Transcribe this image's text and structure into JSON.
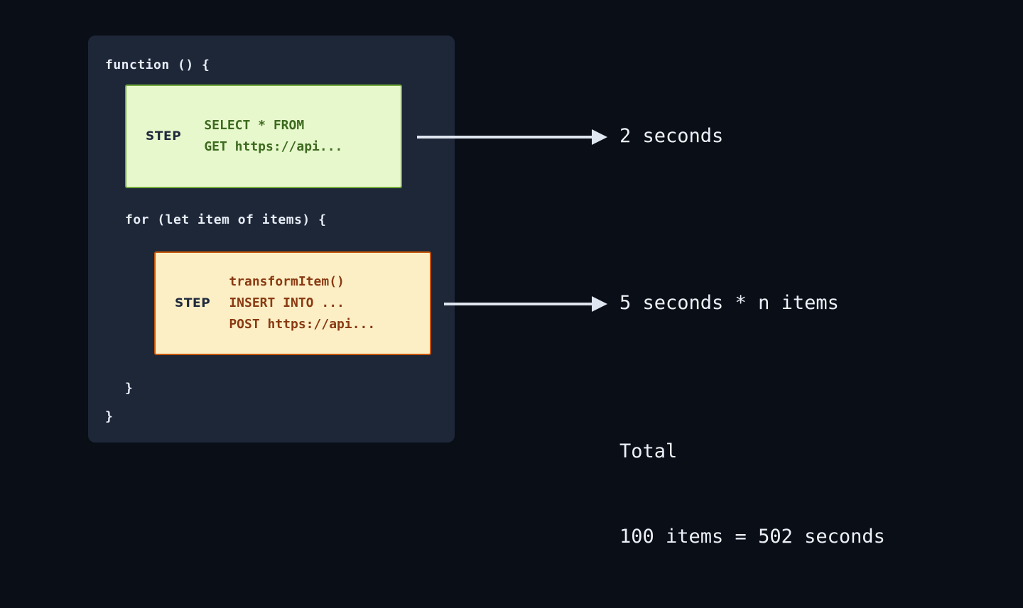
{
  "theme": {
    "background": "#0a0e17",
    "panel_bg": "#1e2738",
    "code_text": "#e6ecf5",
    "green_fill": "#e8f8cd",
    "green_border": "#74ad3e",
    "green_text": "#3d6b1f",
    "orange_fill": "#fcefc6",
    "orange_border": "#c4560a",
    "orange_text": "#8a3a12",
    "step_label_color": "#1f2a3c",
    "arrow_color": "#dfe6f0",
    "annotation_color": "#edf1f7"
  },
  "code_panel": {
    "function_open": "function () {",
    "for_open": "for (let item of items) {",
    "for_close": "}",
    "function_close": "}"
  },
  "steps": [
    {
      "id": "step-1",
      "label": "STEP",
      "color": "green",
      "code_lines": [
        "SELECT * FROM",
        "GET https://api..."
      ],
      "annotation": "2 seconds"
    },
    {
      "id": "step-2",
      "label": "STEP",
      "color": "orange",
      "code_lines": [
        "transformItem()",
        "INSERT INTO ...",
        "POST https://api..."
      ],
      "annotation": "5 seconds * n items"
    }
  ],
  "total": {
    "title": "Total",
    "summary": "100 items = 502 seconds",
    "item_count": 100,
    "total_seconds": 502
  }
}
